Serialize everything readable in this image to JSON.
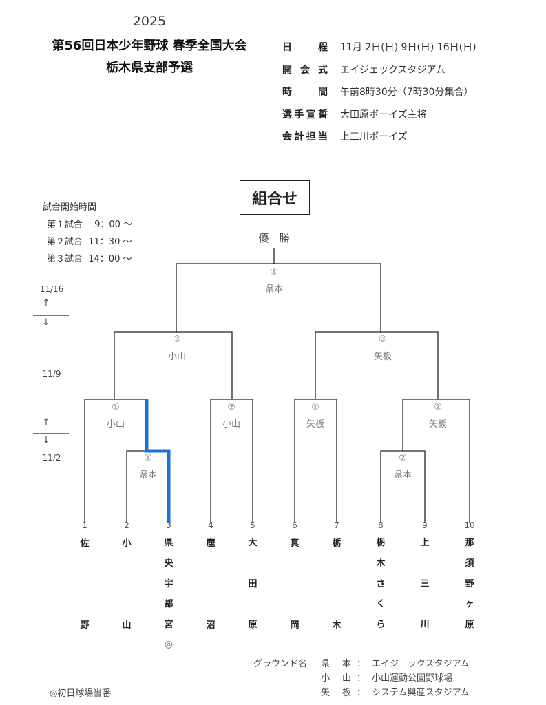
{
  "header": {
    "year": "2025",
    "title_line1": "第56回日本少年野球 春季全国大会",
    "title_line2": "栃木県支部予選"
  },
  "info": [
    {
      "key": "日 程",
      "value": "11月 2日(日) 9日(日) 16日(日)"
    },
    {
      "key": "開会式",
      "value": "エイジェックスタジアム"
    },
    {
      "key": "時 間",
      "value": "午前8時30分（7時30分集合）"
    },
    {
      "key": "選手宣誓",
      "value": "大田原ボーイズ主将"
    },
    {
      "key": "会計担当",
      "value": "上三川ボーイズ"
    }
  ],
  "bracket_title": "組合せ",
  "start_times": {
    "heading": "試合開始時間",
    "rows": [
      "第１試合　 9：00 ～",
      "第２試合  11：30 ～",
      "第３試合  14：00 ～"
    ]
  },
  "dates": {
    "final": "11/16",
    "semi": "11/9",
    "first": "11/2",
    "up": "↑",
    "down": "↓"
  },
  "champion_label": "優　勝",
  "games": {
    "final": {
      "no": "①",
      "ground": "県本"
    },
    "semi_left": {
      "no": "③",
      "ground": "小山"
    },
    "semi_right": {
      "no": "③",
      "ground": "矢板"
    },
    "g1": {
      "no": "①",
      "ground": "小山"
    },
    "g2": {
      "no": "①",
      "ground": "県本"
    },
    "g3": {
      "no": "②",
      "ground": "小山"
    },
    "g4": {
      "no": "①",
      "ground": "矢板"
    },
    "g5": {
      "no": "②",
      "ground": "県本"
    },
    "g6": {
      "no": "②",
      "ground": "矢板"
    }
  },
  "teams": [
    {
      "no": "1",
      "name": "佐野"
    },
    {
      "no": "2",
      "name": "小山"
    },
    {
      "no": "3",
      "name": "県央宇都宮"
    },
    {
      "no": "4",
      "name": "鹿沼"
    },
    {
      "no": "5",
      "name": "大田原"
    },
    {
      "no": "6",
      "name": "真岡"
    },
    {
      "no": "7",
      "name": "栃木"
    },
    {
      "no": "8",
      "name": "栃木さくら"
    },
    {
      "no": "9",
      "name": "上三川"
    },
    {
      "no": "10",
      "name": "那須野ヶ原"
    }
  ],
  "home_team_mark": "◎",
  "grounds": {
    "heading": "グラウンド名",
    "colon": "：",
    "list": [
      {
        "abbr": [
          "県",
          "本"
        ],
        "name": "エイジェックスタジアム"
      },
      {
        "abbr": [
          "小",
          "山"
        ],
        "name": "小山運動公園野球場"
      },
      {
        "abbr": [
          "矢",
          "板"
        ],
        "name": "システム興産スタジアム"
      }
    ]
  },
  "footnote": "◎初日球場当番",
  "colors": {
    "highlight": "#1a73d9",
    "line": "#222222"
  }
}
